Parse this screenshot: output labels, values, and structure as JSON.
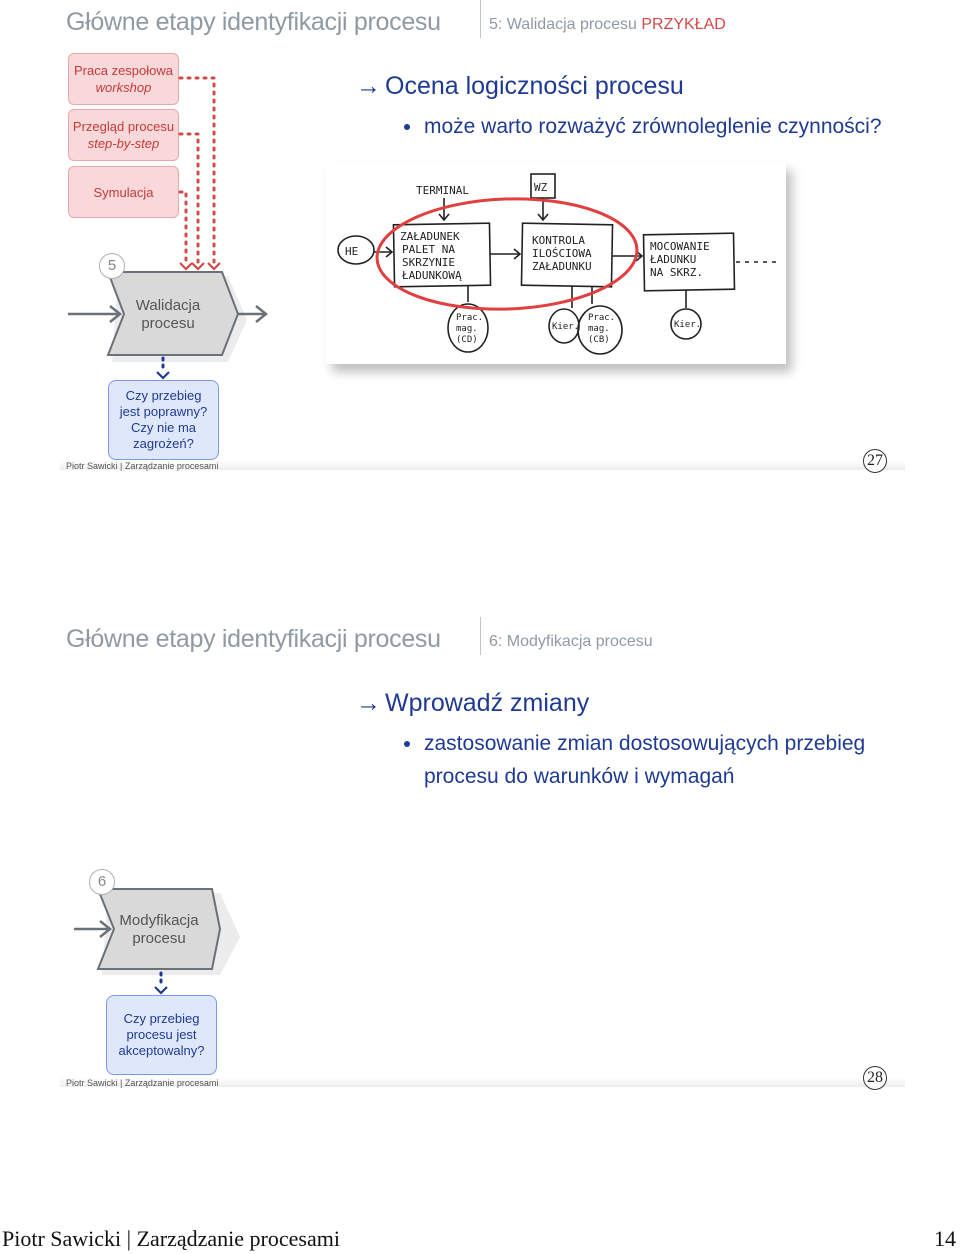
{
  "slide1": {
    "title": "Główne etapy identyfikacji procesu",
    "subtitle": "5: Walidacja procesu",
    "subtitle_highlight": "PRZYKŁAD",
    "heading": "Ocena logiczności procesu",
    "bullets": [
      "może warto rozważyć zrównoleglenie czynności?"
    ],
    "boxes": {
      "workshop_line1": "Praca zespołowa",
      "workshop_line2": "workshop",
      "review_line1": "Przegląd procesu",
      "review_line2": "step-by-step",
      "simulation": "Symulacja"
    },
    "step_number": "5",
    "stage_line1": "Walidacja",
    "stage_line2": "procesu",
    "question_lines": [
      "Czy przebieg",
      "jest poprawny?",
      "Czy nie ma",
      "zagrożeń?"
    ],
    "sketch": {
      "terminal": "TERMINAL",
      "wz": "WZ",
      "he": "HE",
      "box1": [
        "ZAŁADUNEK",
        "PALET NA",
        "SKRZYNIE",
        "ŁADUNKOWĄ"
      ],
      "box2": [
        "KONTROLA",
        "ILOŚCIOWA",
        "ZAŁADUNKU"
      ],
      "box3": [
        "MOCOWANIE",
        "ŁADUNKU",
        "NA SKRZ."
      ],
      "circle1": [
        "Prac.",
        "mag.",
        "(CD)"
      ],
      "circle2": "Kier.",
      "circle3": [
        "Prac.",
        "mag.",
        "(CB)"
      ],
      "circle4": "Kier."
    },
    "footer": "Piotr Sawicki | Zarządzanie procesami",
    "slide_number": "27"
  },
  "slide2": {
    "title": "Główne etapy identyfikacji procesu",
    "subtitle": "6: Modyfikacja procesu",
    "heading": "Wprowadź zmiany",
    "bullets": [
      "zastosowanie zmian dostosowujących przebieg",
      "procesu do warunków i wymagań"
    ],
    "step_number": "6",
    "stage_line1": "Modyfikacja",
    "stage_line2": "procesu",
    "question_lines": [
      "Czy przebieg",
      "procesu jest",
      "akceptowalny?"
    ],
    "footer": "Piotr Sawicki | Zarządzanie procesami",
    "slide_number": "28"
  },
  "page_footer": "Piotr Sawicki | Zarządzanie procesami",
  "page_number": "14",
  "colors": {
    "title_gray": "#8f9aa3",
    "heading_blue": "#1f3a93",
    "accent_red": "#d24a4a",
    "pink_fill": "#f9d8d9",
    "blue_fill": "#dfe8fb"
  }
}
